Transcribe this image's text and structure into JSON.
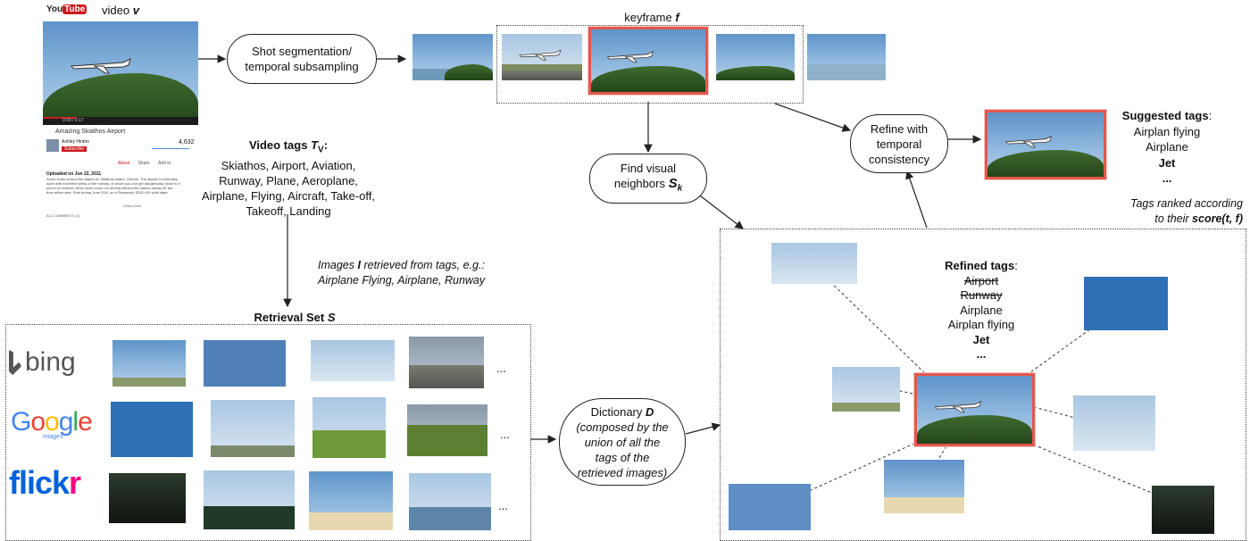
{
  "youtube": {
    "logo_you": "You",
    "logo_tube": "Tube",
    "video_label": "video",
    "video_var": "v",
    "title": "Amazing Skiathos Airport",
    "channel": "Ashley Hinton",
    "subscribe": "Subscribe",
    "views": "4,632",
    "uploaded": "Uploaded on Jun 22, 2011",
    "description": "Some shots around the airport on Skiathos Island, Greece. The airport is extremely open with excellent views of the runway, of which you can get dangerously close to if you're so inclined. Most shots come not directly behind the planes taking off, but from either side. Shot during June 2011 on a Panasonic SD20 HD solid state.",
    "show_more": "Show more",
    "tabs": [
      "About",
      "Share",
      "Add to"
    ],
    "comments": "ALL COMMENTS (1)",
    "time": "0:00 / 0:17"
  },
  "shot_box": "Shot segmentation/ temporal subsampling",
  "keyframe_label": "keyframe",
  "keyframe_var": "f",
  "video_tags": {
    "title": "Video tags",
    "title_var": "T",
    "title_sub": "V",
    "lines": [
      "Skiathos, Airport, Aviation,",
      "Runway, Plane, Aeroplane,",
      "Airplane, Flying, Aircraft, Take-off,",
      "Takeoff, Landing"
    ]
  },
  "images_note": {
    "prefix": "Images",
    "var": "I",
    "rest": "retrieved from tags, e.g.:",
    "line2": "Airplane Flying, Airplane, Runway"
  },
  "retrieval_set": {
    "title": "Retrieval Set",
    "var": "S"
  },
  "logos": {
    "bing": "bing",
    "google": "Google",
    "google_sub": "images",
    "flickr": "flickr"
  },
  "ellipsis": "...",
  "dictionary": {
    "prefix": "Dictionary",
    "var": "D",
    "lines": [
      "(composed by the",
      "union of all the",
      "tags of the",
      "retrieved images)"
    ]
  },
  "neighbors": {
    "line1": "Find visual",
    "line2": "neighbors",
    "var": "S",
    "sub": "k"
  },
  "refine_box": "Refine with temporal consistency",
  "refined_tags": {
    "title": "Refined tags",
    "struck": [
      "Airport",
      "Runway"
    ],
    "plain": [
      "Airplane",
      "Airplan flying"
    ],
    "bold": "Jet",
    "more": "..."
  },
  "suggested_tags": {
    "title": "Suggested tags",
    "plain": [
      "Airplan flying",
      "Airplane"
    ],
    "bold": "Jet",
    "more": "..."
  },
  "ranked_note": {
    "line1": "Tags ranked according",
    "line2": "to their",
    "score": "score(t, f)"
  },
  "colors": {
    "highlight": "#e4574e",
    "youtube_red": "#cc181e",
    "bing": "#555555",
    "flickr_blue": "#0063dc",
    "flickr_pink": "#ff0084"
  }
}
